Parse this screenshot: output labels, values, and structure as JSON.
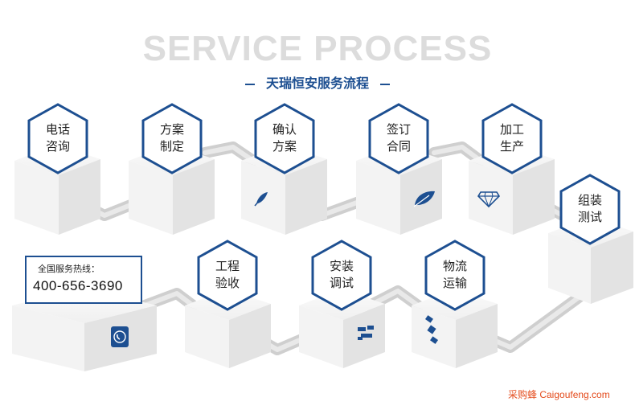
{
  "header": {
    "title": "SERVICE PROCESS",
    "subtitle": "天瑞恒安服务流程"
  },
  "steps": [
    {
      "line1": "电话",
      "line2": "咨询"
    },
    {
      "line1": "方案",
      "line2": "制定"
    },
    {
      "line1": "确认",
      "line2": "方案"
    },
    {
      "line1": "签订",
      "line2": "合同"
    },
    {
      "line1": "加工",
      "line2": "生产"
    },
    {
      "line1": "组装",
      "line2": "测试"
    },
    {
      "line1": "物流",
      "line2": "运输"
    },
    {
      "line1": "安装",
      "line2": "调试"
    },
    {
      "line1": "工程",
      "line2": "验收"
    }
  ],
  "icons": [
    "feather-icon",
    "leaf-icon",
    "diamond-icon",
    "phone-icon",
    "tools-icon",
    "satellite-icon"
  ],
  "hotline": {
    "label": "全国服务热线：",
    "number": "400-656-3690"
  },
  "watermark": "采购蜂 Caigoufeng.com",
  "colors": {
    "accent": "#1d4f91",
    "hex_border": "#1d4f91",
    "watermark": "#e44b1c"
  }
}
